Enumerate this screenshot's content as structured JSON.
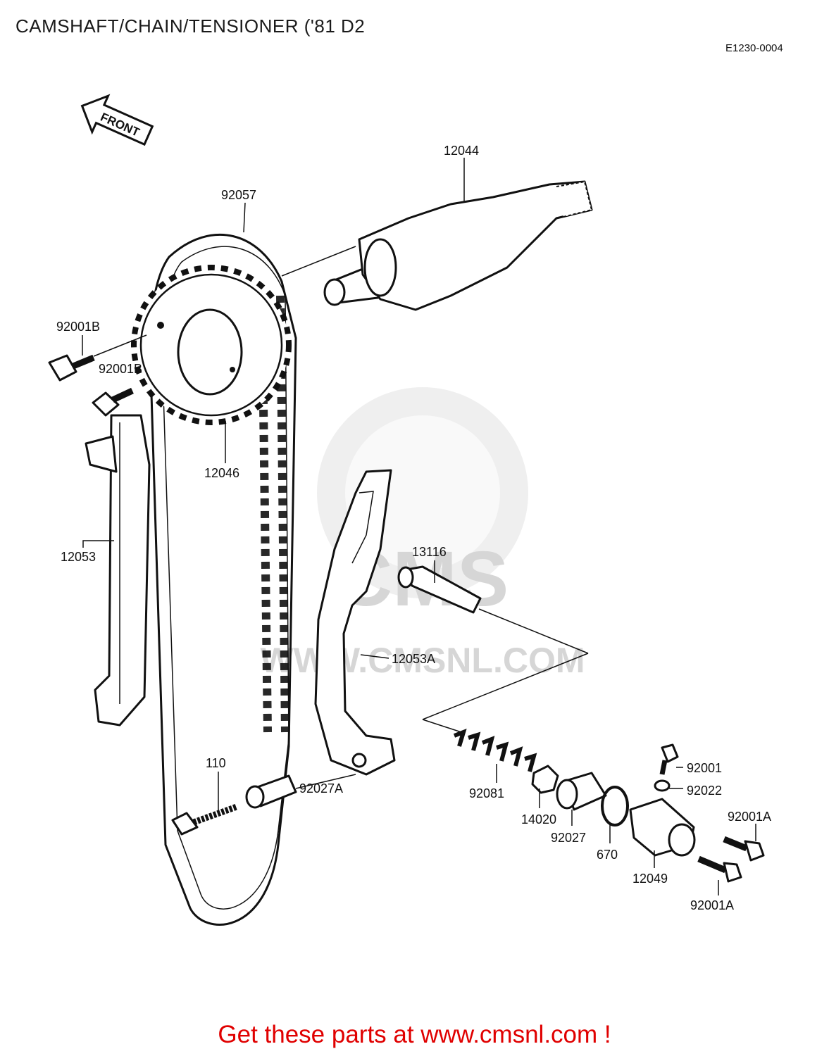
{
  "title": "CAMSHAFT/CHAIN/TENSIONER ('81 D2",
  "reference_code": "E1230-0004",
  "front_arrow_label": "FRONT",
  "watermark": {
    "brand": "CMS",
    "url": "WWW.CMSNL.COM"
  },
  "part_labels": {
    "p12044": "12044",
    "p92057": "92057",
    "p92001B_a": "92001B",
    "p92001B_b": "92001B",
    "p12046": "12046",
    "p12053": "12053",
    "p13116": "13116",
    "p12053A": "12053A",
    "p110": "110",
    "p92027A": "92027A",
    "p92081": "92081",
    "p14020": "14020",
    "p92027": "92027",
    "p670": "670",
    "p12049": "12049",
    "p92001": "92001",
    "p92022": "92022",
    "p92001A_a": "92001A",
    "p92001A_b": "92001A"
  },
  "footer": {
    "cta": "Get these parts at www.cmsnl.com !",
    "color": "#e00000"
  }
}
